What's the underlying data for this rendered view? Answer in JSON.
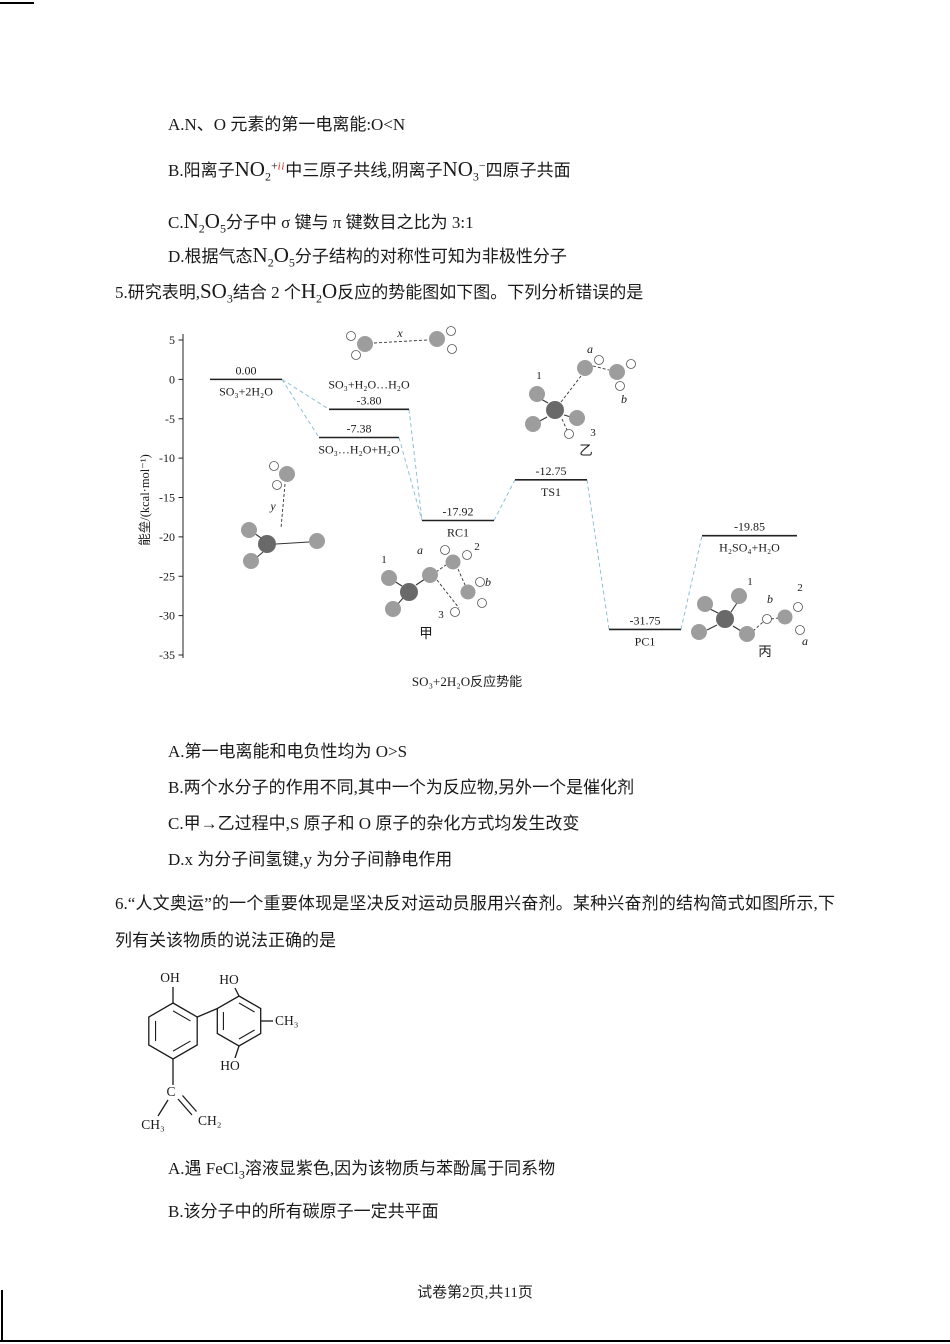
{
  "page": {
    "footer": "试卷第2页,共11页"
  },
  "q4": {
    "options": [
      {
        "segments": [
          {
            "t": "text",
            "v": "A.N、O 元素的第一电离能:O<N"
          }
        ]
      },
      {
        "segments": [
          {
            "t": "text",
            "v": "B.阳离子"
          },
          {
            "t": "formula",
            "v": "NO"
          },
          {
            "t": "sub",
            "v": "2"
          },
          {
            "t": "sup",
            "v": "+"
          },
          {
            "t": "red",
            "v": "ii"
          },
          {
            "t": "text",
            "v": "中三原子共线,阴离子"
          },
          {
            "t": "formula",
            "v": "NO"
          },
          {
            "t": "sub",
            "v": "3"
          },
          {
            "t": "sup",
            "v": "−"
          },
          {
            "t": "text",
            "v": "四原子共面"
          }
        ]
      },
      {
        "segments": [
          {
            "t": "text",
            "v": "C."
          },
          {
            "t": "formula",
            "v": "N"
          },
          {
            "t": "sub",
            "v": "2"
          },
          {
            "t": "formula",
            "v": "O"
          },
          {
            "t": "sub",
            "v": "5"
          },
          {
            "t": "text",
            "v": "分子中 σ 键与 π 键数目之比为 3:1"
          }
        ]
      },
      {
        "segments": [
          {
            "t": "text",
            "v": "D.根据气态"
          },
          {
            "t": "formula",
            "v": "N"
          },
          {
            "t": "sub",
            "v": "2"
          },
          {
            "t": "formula",
            "v": "O"
          },
          {
            "t": "sub",
            "v": "5"
          },
          {
            "t": "text",
            "v": "分子结构的对称性可知为非极性分子"
          }
        ]
      }
    ]
  },
  "q5": {
    "stem_segments": [
      {
        "t": "text",
        "v": "5.研究表明,"
      },
      {
        "t": "formula",
        "v": "SO"
      },
      {
        "t": "sub",
        "v": "3"
      },
      {
        "t": "text",
        "v": "结合 2 个"
      },
      {
        "t": "formula",
        "v": "H"
      },
      {
        "t": "sub",
        "v": "2"
      },
      {
        "t": "formula",
        "v": "O"
      },
      {
        "t": "text",
        "v": "反应的势能图如下图。下列分析错误的是"
      }
    ],
    "options": [
      {
        "segments": [
          {
            "t": "text",
            "v": "A.第一电离能和电负性均为 O>S"
          }
        ]
      },
      {
        "segments": [
          {
            "t": "text",
            "v": "B.两个水分子的作用不同,其中一个为反应物,另外一个是催化剂"
          }
        ]
      },
      {
        "segments": [
          {
            "t": "text",
            "v": "C.甲→乙过程中,S 原子和 O 原子的杂化方式均发生改变"
          }
        ]
      },
      {
        "segments": [
          {
            "t": "text",
            "v": "D.x 为分子间氢键,y 为分子间静电作用"
          }
        ]
      }
    ]
  },
  "chart_data": {
    "type": "line",
    "subtype": "reaction-energy-profile",
    "title": "",
    "xlabel": "SO₃+2H₂O反应势能",
    "ylabel": "能垒/(kcal·mol⁻¹)",
    "ylim": [
      -35,
      5
    ],
    "ytick_step": 5,
    "grid": false,
    "levels": [
      {
        "species": "SO₃+2H₂O",
        "energy": 0.0,
        "label": "0.00",
        "x": [
          73,
          145
        ],
        "species_pos": "below"
      },
      {
        "species": "SO₃+H₂O…H₂O",
        "energy": -3.8,
        "label": "-3.80",
        "x": [
          192,
          272
        ],
        "species_pos": "above"
      },
      {
        "species": "SO₃…H₂O+H₂O",
        "energy": -7.38,
        "label": "-7.38",
        "x": [
          182,
          262
        ],
        "species_pos": "below"
      },
      {
        "species": "RC1",
        "energy": -17.92,
        "label": "-17.92",
        "x": [
          285,
          357
        ],
        "species_pos": "below"
      },
      {
        "species": "TS1",
        "energy": -12.75,
        "label": "-12.75",
        "x": [
          378,
          450
        ],
        "species_pos": "below"
      },
      {
        "species": "PC1",
        "energy": -31.75,
        "label": "-31.75",
        "x": [
          472,
          544
        ],
        "species_pos": "below"
      },
      {
        "species": "H₂SO₄+H₂O",
        "energy": -19.85,
        "label": "-19.85",
        "x": [
          565,
          660
        ],
        "species_pos": "below"
      }
    ],
    "connections": [
      [
        0,
        1
      ],
      [
        0,
        2
      ],
      [
        1,
        3
      ],
      [
        2,
        3
      ],
      [
        3,
        4
      ],
      [
        4,
        5
      ],
      [
        5,
        6
      ]
    ],
    "annotations": {
      "x": "x",
      "y": "y",
      "a": "a",
      "b": "b",
      "n1": "1",
      "n2": "2",
      "n3": "3",
      "jia": "甲",
      "yi": "乙",
      "bing": "丙"
    },
    "connector_color": "#8fc0d4",
    "level_color": "#222222"
  },
  "q6": {
    "stem": "6.“人文奥运”的一个重要体现是坚决反对运动员服用兴奋剂。某种兴奋剂的结构简式如图所示,下列有关该物质的说法正确的是",
    "structure_labels": {
      "oh_top": "OH",
      "ho_top": "HO",
      "ch3_right": "CH₃",
      "ho_bottom": "HO",
      "c": "C",
      "ch3_bottom": "CH₃",
      "ch2": "CH₂"
    },
    "options": [
      {
        "segments": [
          {
            "t": "text",
            "v": "A.遇 FeCl"
          },
          {
            "t": "sub",
            "v": "3"
          },
          {
            "t": "text",
            "v": "溶液显紫色,因为该物质与苯酚属于同系物"
          }
        ]
      },
      {
        "segments": [
          {
            "t": "text",
            "v": "B.该分子中的所有碳原子一定共平面"
          }
        ]
      }
    ]
  }
}
